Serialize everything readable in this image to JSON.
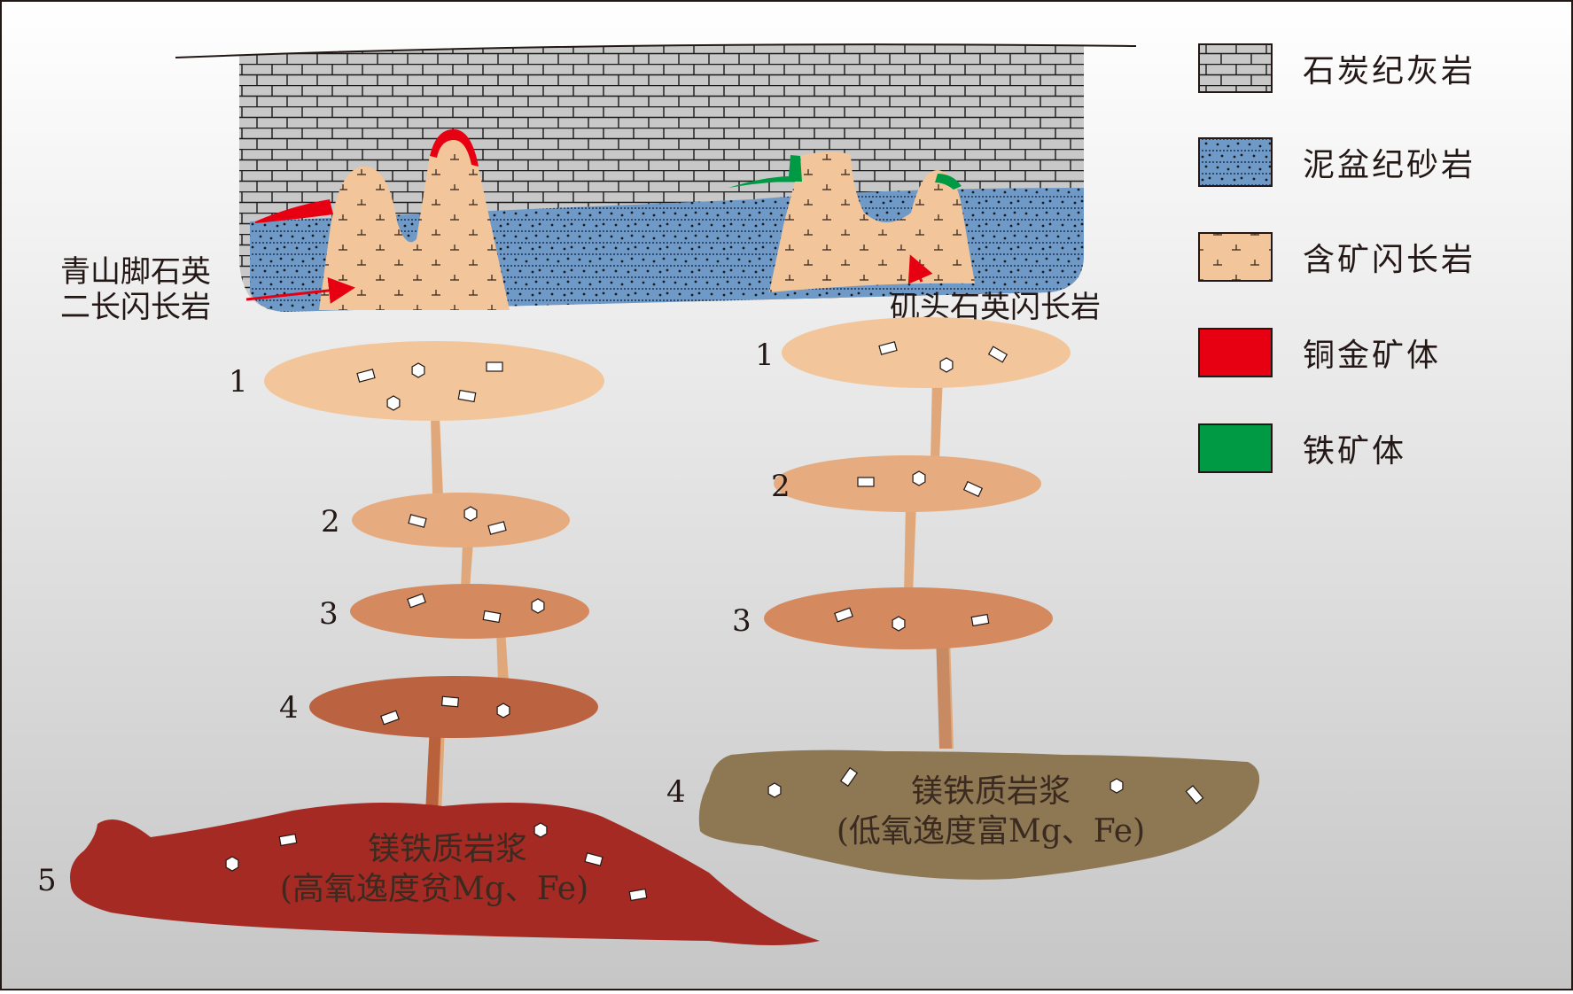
{
  "legend": {
    "limestone": "石炭纪灰岩",
    "sandstone": "泥盆纪砂岩",
    "diorite": "含矿闪长岩",
    "cu_au": "铜金矿体",
    "fe": "铁矿体"
  },
  "labels": {
    "qingshanjiao_line1": "青山脚石英",
    "qingshanjiao_line2": "二长闪长岩",
    "jitou": "矶头石英闪长岩"
  },
  "left_column": {
    "chambers": [
      "1",
      "2",
      "3",
      "4"
    ],
    "source_number": "5",
    "source_title": "镁铁质岩浆",
    "source_subtitle": "(高氧逸度贫Mg、Fe)"
  },
  "right_column": {
    "chambers": [
      "1",
      "2",
      "3"
    ],
    "source_number": "4",
    "source_title": "镁铁质岩浆",
    "source_subtitle": "(低氧逸度富Mg、Fe)"
  },
  "colors": {
    "limestone": "#c8c8c8",
    "sandstone": "#6f9ac8",
    "diorite": "#f2c69a",
    "cu_au": "#e60012",
    "fe": "#009944",
    "left_source": "#a52a24",
    "right_source": "#8e7753"
  }
}
